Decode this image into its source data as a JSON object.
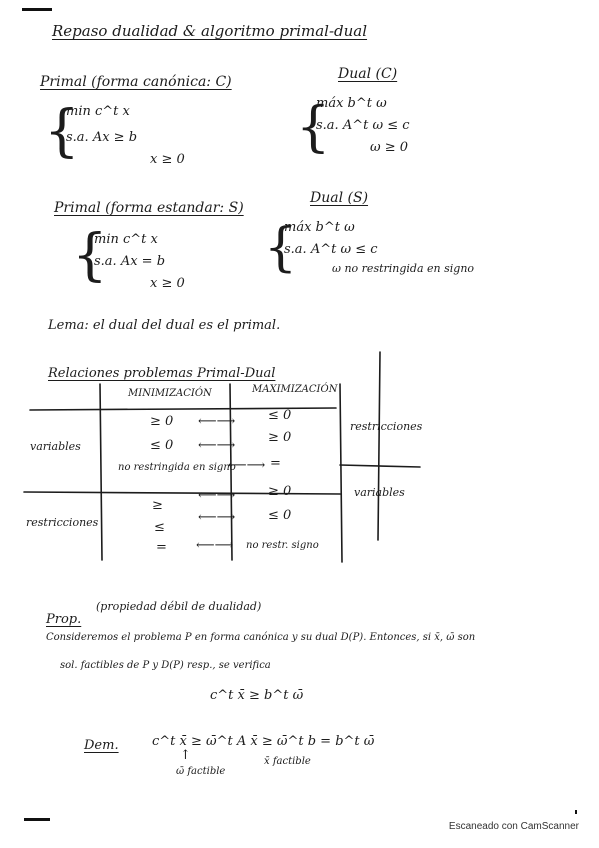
{
  "title": "Repaso dualidad & algoritmo primal-dual",
  "primal_canonica": {
    "heading": "Primal (forma canónica: C)",
    "obj": "min  c^t x",
    "c1": "s.a.   Ax ≥ b",
    "c2": "x ≥ 0"
  },
  "dual_canonica": {
    "heading": "Dual (C)",
    "obj": "máx  b^t ω",
    "c1": "s.a.  A^t ω ≤ c",
    "c2": "ω ≥ 0"
  },
  "primal_estandar": {
    "heading": "Primal (forma estandar: S)",
    "obj": "min  c^t x",
    "c1": "s.a.   Ax = b",
    "c2": "x ≥ 0"
  },
  "dual_estandar": {
    "heading": "Dual (S)",
    "obj": "máx  b^t ω",
    "c1": "s.a.  A^t ω ≤ c",
    "c2": "ω no restringida en signo"
  },
  "lema": "Lema: el dual del dual es el primal.",
  "relaciones": {
    "heading": "Relaciones problemas Primal-Dual",
    "col_min": "MINIMIZACIÓN",
    "col_max": "MAXIMIZACIÓN",
    "left_variables": "variables",
    "left_restricciones": "restricciones",
    "right_restricciones": "restricciones",
    "right_variables": "variables",
    "rows": [
      {
        "min": "≥ 0",
        "max": "≤ 0"
      },
      {
        "min": "≤ 0",
        "max": "≥ 0"
      },
      {
        "min": "no restringida en signo",
        "max": "="
      },
      {
        "min": "≥",
        "max": "≥ 0"
      },
      {
        "min": "≤",
        "max": "≤ 0"
      },
      {
        "min": "=",
        "max": "no restr. signo"
      }
    ],
    "arrow": "⟵⟶"
  },
  "prop": {
    "label": "Prop.",
    "name": "(propiedad débil de dualidad)",
    "line1": "Consideremos el problema P en forma canónica y su dual D(P). Entonces, si x̄, ω̄ son",
    "line2": "sol. factibles de P y D(P) resp., se verifica",
    "ineq": "c^t x̄ ≥ b^t ω̄"
  },
  "dem": {
    "label": "Dem.",
    "chain": "c^t x̄ ≥ ω̄^t A x̄ ≥ ω̄^t b = b^t ω̄",
    "note1": "ω̄ factible",
    "note2": "x̄ factible"
  },
  "footer": "Escaneado con CamScanner"
}
